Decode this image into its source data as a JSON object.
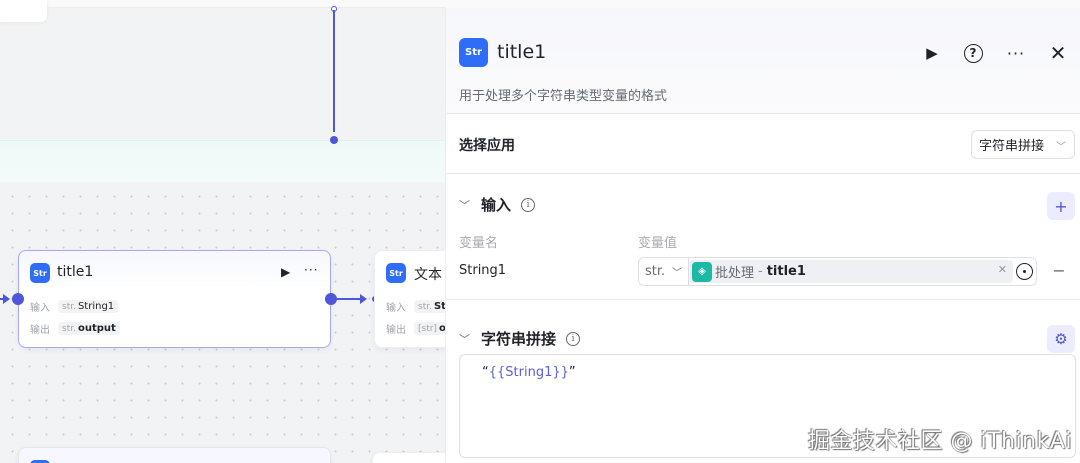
{
  "canvas": {
    "main_node": {
      "title": "title1",
      "icon": "str-plugin-icon",
      "icon_text": "Str",
      "rows": [
        {
          "label": "输入",
          "type": "str.",
          "value": "String1"
        },
        {
          "label": "输出",
          "type": "str.",
          "value": "output"
        }
      ]
    },
    "side_node": {
      "title": "文本",
      "icon_text": "Str",
      "rows": [
        {
          "label": "输入",
          "type": "str.",
          "value": "Str"
        },
        {
          "label": "输出",
          "type": "[str]",
          "value": "ou"
        }
      ]
    },
    "accent_color": "#4f56d9"
  },
  "panel": {
    "header": {
      "icon_text": "Str",
      "title": "title1",
      "description": "用于处理多个字符串类型变量的格式",
      "actions": [
        "run",
        "help",
        "more",
        "close"
      ]
    },
    "app_select": {
      "label": "选择应用",
      "value": "字符串拼接"
    },
    "input_section": {
      "title": "输入",
      "col_name": "变量名",
      "col_value": "变量值",
      "rows": [
        {
          "name": "String1",
          "type": "str.",
          "source": "批处理",
          "separator": "-",
          "variable": "title1"
        }
      ]
    },
    "concat_section": {
      "title": "字符串拼接",
      "open_quote": "“",
      "template": "{{String1}}",
      "close_quote": "”"
    }
  },
  "watermark": "掘金技术社区 @ iThinkAi"
}
